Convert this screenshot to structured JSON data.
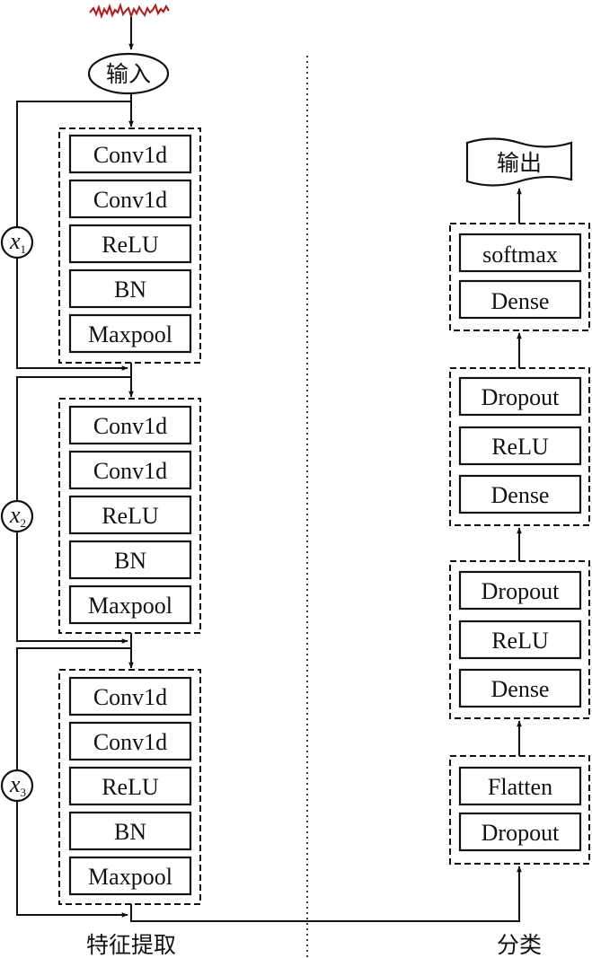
{
  "input_label": "输入",
  "output_label": "输出",
  "feature_section_label": "特征提取",
  "classification_section_label": "分类",
  "feature_blocks": [
    {
      "layers": [
        "Conv1d",
        "Conv1d",
        "ReLU",
        "BN",
        "Maxpool"
      ],
      "skip_label": "x1"
    },
    {
      "layers": [
        "Conv1d",
        "Conv1d",
        "ReLU",
        "BN",
        "Maxpool"
      ],
      "skip_label": "x2"
    },
    {
      "layers": [
        "Conv1d",
        "Conv1d",
        "ReLU",
        "BN",
        "Maxpool"
      ],
      "skip_label": "x3"
    }
  ],
  "skip_labels": [
    {
      "base": "x",
      "sub": "1"
    },
    {
      "base": "x",
      "sub": "2"
    },
    {
      "base": "x",
      "sub": "3"
    }
  ],
  "classifier_blocks": [
    {
      "layers": [
        "softmax",
        "Dense"
      ]
    },
    {
      "layers": [
        "Dropout",
        "ReLU",
        "Dense"
      ]
    },
    {
      "layers": [
        "Dropout",
        "ReLU",
        "Dense"
      ]
    },
    {
      "layers": [
        "Flatten",
        "Dropout"
      ]
    }
  ],
  "colors": {
    "signal": "#b01818",
    "line": "#111111"
  }
}
